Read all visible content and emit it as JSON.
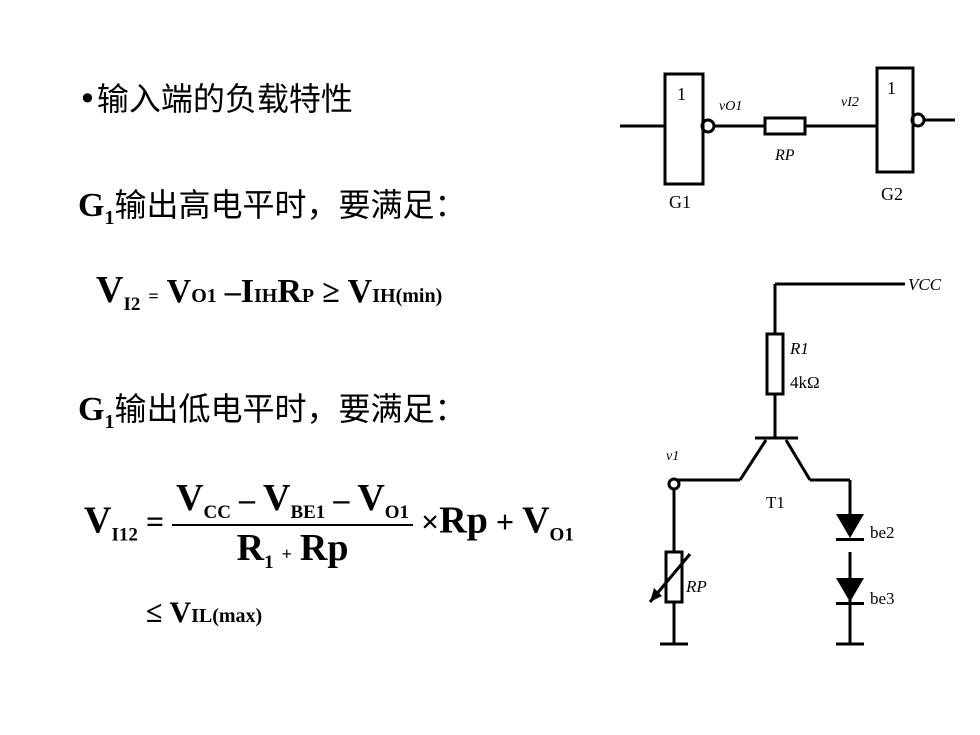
{
  "slide": {
    "bullet": "•",
    "title": "输入端的负载特性",
    "case_high": {
      "g": "G",
      "sub": "1",
      "text": "输出高电平时，要满足："
    },
    "case_low": {
      "g": "G",
      "sub": "1",
      "text": "输出低电平时，要满足："
    }
  },
  "eq1": {
    "v": "V",
    "i2": "I2",
    "eqsign": "=",
    "vo1": "VO1",
    "minus": "–",
    "i": "I",
    "ih": "IH",
    "r": "R",
    "p": "P",
    "geq": "≥",
    "vih": "VIH(min)"
  },
  "eq2": {
    "v": "V",
    "i2": "I12",
    "eq": "=",
    "num_v1": "V",
    "num_cc": "CC",
    "num_minus1": "–",
    "num_v2": "V",
    "num_be1": "BE1",
    "num_minus2": "–",
    "num_v3": "V",
    "num_o1": "O1",
    "den_r": "R",
    "den_1": "1",
    "den_plus": "+",
    "den_rp": "Rp",
    "times": "×",
    "rp": "Rp",
    "plus": "+",
    "vo": "V",
    "o1": "O1",
    "leq": "≤",
    "vil": "V",
    "vil_sub": "IL(max)"
  },
  "fig_gates": {
    "g1_box": "1",
    "g2_box": "1",
    "vo1": "vO1",
    "vi2": "vI2",
    "rp": "RP",
    "g1": "G1",
    "g2": "G2"
  },
  "fig_circuit": {
    "vcc": "VCC",
    "r1": "R1",
    "r1_val": "4kΩ",
    "v1": "v1",
    "t1": "T1",
    "rp": "RP",
    "be2": "be2",
    "be3": "be3"
  }
}
